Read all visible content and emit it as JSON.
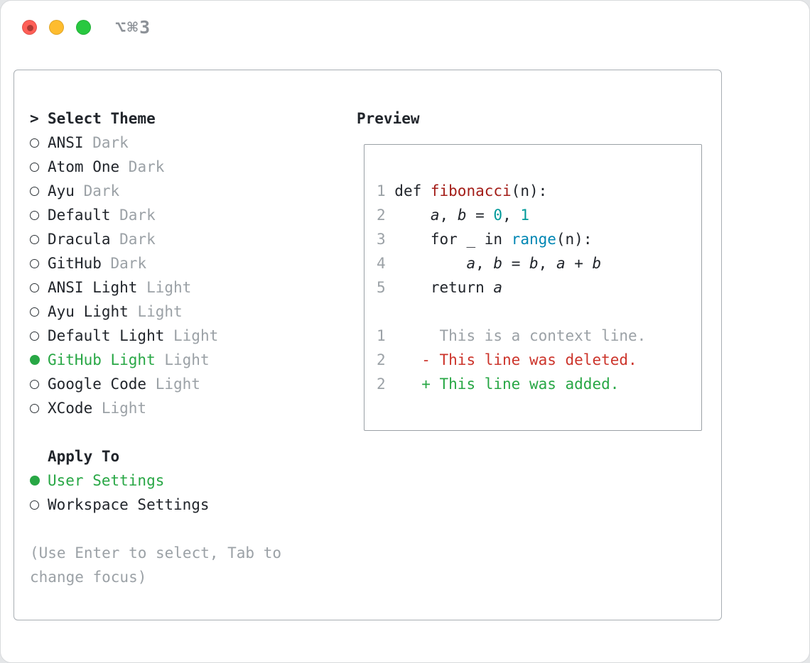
{
  "window": {
    "title": "⌥⌘3"
  },
  "theme_selector": {
    "title_prefix": ">",
    "title": "Select Theme",
    "items": [
      {
        "name": "ANSI",
        "variant": "Dark",
        "selected": false
      },
      {
        "name": "Atom One",
        "variant": "Dark",
        "selected": false
      },
      {
        "name": "Ayu",
        "variant": "Dark",
        "selected": false
      },
      {
        "name": "Default",
        "variant": "Dark",
        "selected": false
      },
      {
        "name": "Dracula",
        "variant": "Dark",
        "selected": false
      },
      {
        "name": "GitHub",
        "variant": "Dark",
        "selected": false
      },
      {
        "name": "ANSI Light",
        "variant": "Light",
        "selected": false
      },
      {
        "name": "Ayu Light",
        "variant": "Light",
        "selected": false
      },
      {
        "name": "Default Light",
        "variant": "Light",
        "selected": false
      },
      {
        "name": "GitHub Light",
        "variant": "Light",
        "selected": true
      },
      {
        "name": "Google Code",
        "variant": "Light",
        "selected": false
      },
      {
        "name": "XCode",
        "variant": "Light",
        "selected": false
      }
    ]
  },
  "apply_to": {
    "title": "Apply To",
    "options": [
      {
        "label": "User Settings",
        "selected": true
      },
      {
        "label": "Workspace Settings",
        "selected": false
      }
    ]
  },
  "hint": "(Use Enter to select, Tab to change focus)",
  "preview": {
    "title": "Preview",
    "lines": [
      [
        {
          "t": "1 ",
          "c": "ln"
        },
        {
          "t": "def ",
          "c": "p"
        },
        {
          "t": "fibonacci",
          "c": "fn"
        },
        {
          "t": "(n):",
          "c": "p"
        }
      ],
      [
        {
          "t": "2 ",
          "c": "ln"
        },
        {
          "t": "    ",
          "c": "p"
        },
        {
          "t": "a",
          "c": "var"
        },
        {
          "t": ", ",
          "c": "p"
        },
        {
          "t": "b",
          "c": "var"
        },
        {
          "t": " = ",
          "c": "p"
        },
        {
          "t": "0",
          "c": "num"
        },
        {
          "t": ", ",
          "c": "p"
        },
        {
          "t": "1",
          "c": "num"
        }
      ],
      [
        {
          "t": "3 ",
          "c": "ln"
        },
        {
          "t": "    for _ in ",
          "c": "p"
        },
        {
          "t": "range",
          "c": "blt"
        },
        {
          "t": "(n):",
          "c": "p"
        }
      ],
      [
        {
          "t": "4 ",
          "c": "ln"
        },
        {
          "t": "        ",
          "c": "p"
        },
        {
          "t": "a",
          "c": "var"
        },
        {
          "t": ", ",
          "c": "p"
        },
        {
          "t": "b",
          "c": "var"
        },
        {
          "t": " = ",
          "c": "p"
        },
        {
          "t": "b",
          "c": "var"
        },
        {
          "t": ", ",
          "c": "p"
        },
        {
          "t": "a",
          "c": "var"
        },
        {
          "t": " + ",
          "c": "p"
        },
        {
          "t": "b",
          "c": "var"
        }
      ],
      [
        {
          "t": "5 ",
          "c": "ln"
        },
        {
          "t": "    return ",
          "c": "p"
        },
        {
          "t": "a",
          "c": "var"
        }
      ],
      [],
      [
        {
          "t": "1 ",
          "c": "ln"
        },
        {
          "t": "     This is a context line.",
          "c": "ctx"
        }
      ],
      [
        {
          "t": "2 ",
          "c": "ln"
        },
        {
          "t": "   ",
          "c": "p"
        },
        {
          "t": "- This line was deleted.",
          "c": "del"
        }
      ],
      [
        {
          "t": "2 ",
          "c": "ln"
        },
        {
          "t": "   ",
          "c": "p"
        },
        {
          "t": "+ This line was added.",
          "c": "add"
        }
      ]
    ]
  },
  "colors": {
    "text": "#21252b",
    "muted_gray": "#9ba1a6",
    "accent_green": "#28a745",
    "deleted_red": "#cc342b",
    "function_red": "#a31d18",
    "number_teal": "#009999",
    "builtin_blue": "#0086b3",
    "traffic_red": "#ff5f57",
    "traffic_yellow": "#febc2e",
    "traffic_green": "#28c840"
  }
}
